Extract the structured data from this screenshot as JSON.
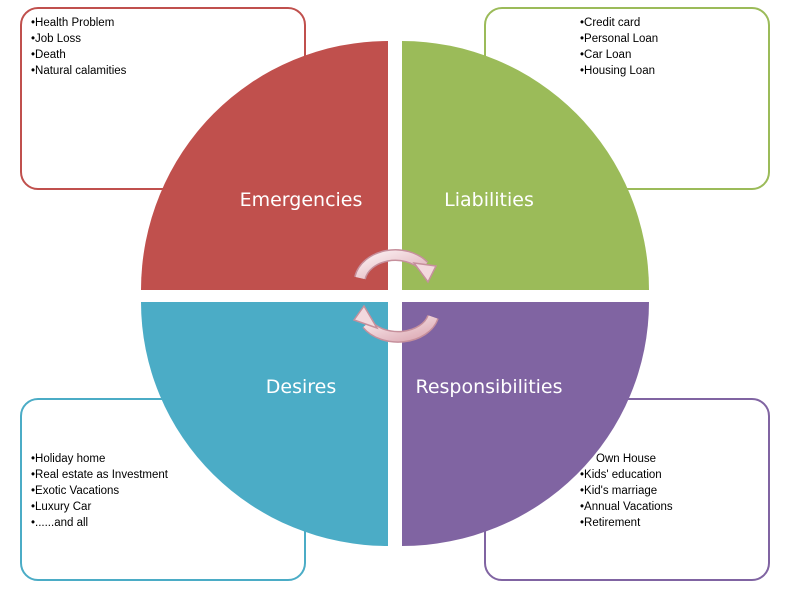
{
  "colors": {
    "emergencies": "#C0504D",
    "liabilities": "#9BBB59",
    "desires": "#4BACC6",
    "responsibilities": "#8064A2",
    "arrow_light": "#F7E0E4",
    "arrow_mid": "#E2B3BC"
  },
  "quadrants": {
    "emergencies": {
      "label": "Emergencies",
      "items": [
        "•Health Problem",
        "•Job Loss",
        "•Death",
        "•Natural calamities"
      ]
    },
    "liabilities": {
      "label": "Liabilities",
      "items": [
        "•Credit card",
        "•Personal Loan",
        "•Car Loan",
        "•Housing Loan"
      ]
    },
    "desires": {
      "label": "Desires",
      "items": [
        "•Holiday home",
        "•Real estate as Investment",
        "•Exotic Vacations",
        "•Luxury Car",
        "•......and all"
      ]
    },
    "responsibilities": {
      "label": "Responsibilities",
      "items": [
        "Own House",
        "•Kids' education",
        "•Kid's marriage",
        "•Annual Vacations",
        "•Retirement"
      ]
    }
  },
  "icons": [
    "cycle-arrow-clockwise-icon",
    "cycle-arrow-counterclockwise-icon"
  ]
}
